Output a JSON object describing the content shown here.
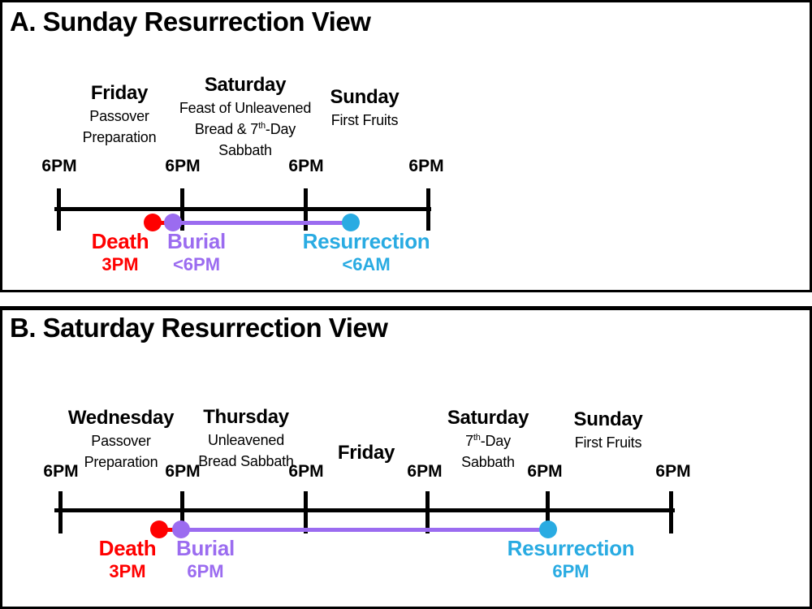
{
  "colors": {
    "death": "#FF0000",
    "burial": "#9B6CF0",
    "resurrection": "#29ABE2",
    "line": "#000000",
    "background": "#FFFFFF"
  },
  "panel_a": {
    "title": "A. Sunday Resurrection View",
    "tick_label": "6PM",
    "days": [
      {
        "name": "Friday",
        "sub": [
          "Passover",
          "Preparation"
        ]
      },
      {
        "name": "Saturday",
        "sub": [
          "Feast of Unleavened"
        ],
        "sup_line": {
          "pre": "Bread & 7",
          "sup": "th",
          "post": "-Day"
        },
        "sub_after": "Sabbath"
      },
      {
        "name": "Sunday",
        "sub": [
          "First Fruits"
        ]
      }
    ],
    "events": {
      "death": {
        "label": "Death",
        "time": "3PM"
      },
      "burial": {
        "label": "Burial",
        "time": "<6PM"
      },
      "resurrection": {
        "label": "Resurrection",
        "time": "<6AM"
      }
    }
  },
  "panel_b": {
    "title": "B. Saturday Resurrection View",
    "tick_label": "6PM",
    "days": [
      {
        "name": "Wednesday",
        "sub": [
          "Passover",
          "Preparation"
        ]
      },
      {
        "name": "Thursday",
        "sub": [
          "Unleavened",
          "Bread Sabbath"
        ]
      },
      {
        "name": "Friday"
      },
      {
        "name": "Saturday",
        "sup_line": {
          "pre": "7",
          "sup": "th",
          "post": "-Day"
        },
        "sub_after": "Sabbath"
      },
      {
        "name": "Sunday",
        "sub": [
          "First Fruits"
        ]
      }
    ],
    "events": {
      "death": {
        "label": "Death",
        "time": "3PM"
      },
      "burial": {
        "label": "Burial",
        "time": "6PM"
      },
      "resurrection": {
        "label": "Resurrection",
        "time": "6PM"
      }
    }
  }
}
